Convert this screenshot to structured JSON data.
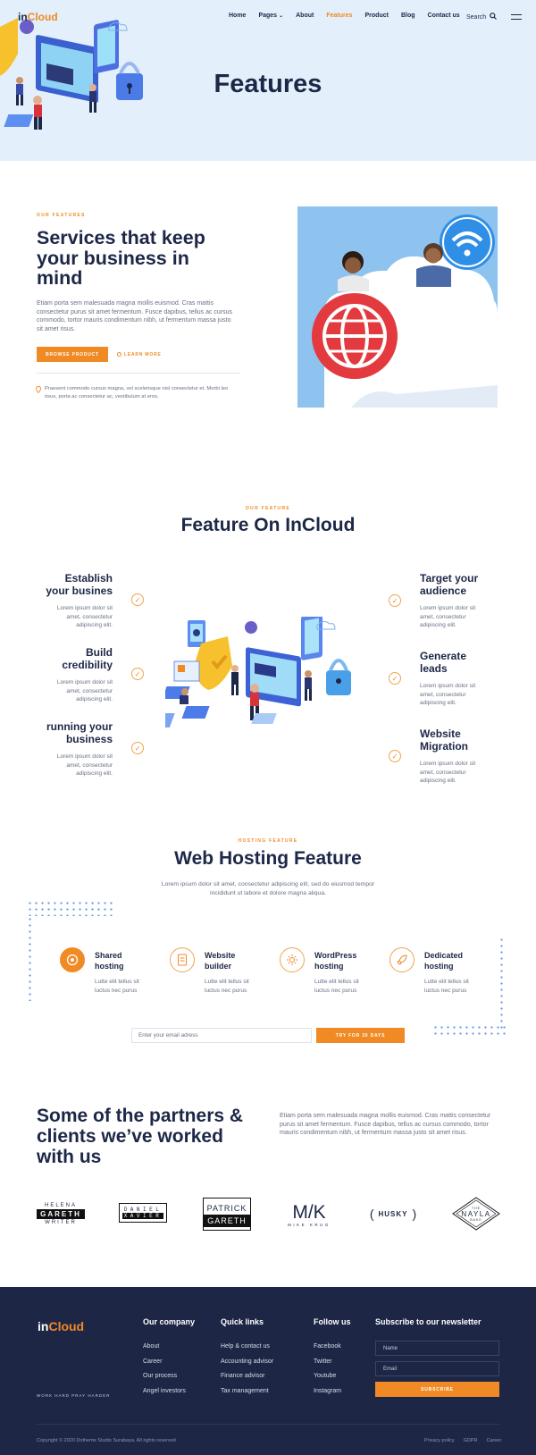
{
  "header": {
    "logo_prefix": "in",
    "logo_suffix": "Cloud",
    "nav": [
      "Home",
      "Pages",
      "About",
      "Features",
      "Product",
      "Blog",
      "Contact us"
    ],
    "active_nav": "Features",
    "search_label": "Search"
  },
  "hero": {
    "title": "Features"
  },
  "services": {
    "kicker": "OUR FEATURES",
    "title_line1": "Services that keep",
    "title_line2": "your business in",
    "title_line3": "mind",
    "paragraph": "Etiam porta sem malesuada magna mollis euismod. Cras mattis consectetur purus sit amet fermentum. Fusce dapibus, tellus ac cursus commodo, tortor mauris condimentum nibh, ut fermentum massa justo sit amet risus.",
    "primary_button": "BROWSE PRODUCT",
    "secondary_link": "LEARN MORE",
    "note": "Praesent commodo cursus magna, vel scelerisque nisl consectetur et. Morbi leo risus, porta ac consectetur ac, vestibulum at eros."
  },
  "features": {
    "kicker": "OUR FEATURE",
    "title": "Feature On InCloud",
    "left": [
      {
        "title1": "Establish",
        "title2": "your busines",
        "text1": "Lorem ipsum dolor sit",
        "text2": "amet, consectetur",
        "text3": "adipiscing elit."
      },
      {
        "title1": "Build",
        "title2": "credibility",
        "text1": "Lorem ipsum dolor sit",
        "text2": "amet, consectetur",
        "text3": "adipiscing elit."
      },
      {
        "title1": "running your",
        "title2": "business",
        "text1": "Lorem ipsum dolor sit",
        "text2": "amet, consectetur",
        "text3": "adipiscing elit."
      }
    ],
    "right": [
      {
        "title1": "Target your",
        "title2": "audience",
        "text1": "Lorem ipsum dolor sit",
        "text2": "amet, consectetur",
        "text3": "adipiscing elit."
      },
      {
        "title1": "Generate",
        "title2": "leads",
        "text1": "Lorem ipsum dolor sit",
        "text2": "amet, consectetur",
        "text3": "adipiscing elit."
      },
      {
        "title1": "Website",
        "title2": "Migration",
        "text1": "Lorem ipsum dolor sit",
        "text2": "amet, consectetur",
        "text3": "adipiscing elit."
      }
    ]
  },
  "hosting": {
    "kicker": "HOSTING FEATURE",
    "title": "Web Hosting Feature",
    "subtitle1": "Lorem ipsum dolor sit amet, consectetur adipiscing elit, sed do eiusmod tempor",
    "subtitle2": "incididunt ut labore et dolore magna aliqua.",
    "items": [
      {
        "title1": "Shared",
        "title2": "hosting",
        "text1": "Lutte elit tellus sit",
        "text2": "luctus nec purus"
      },
      {
        "title1": "Website",
        "title2": "builder",
        "text1": "Lutte elit tellus sit",
        "text2": "luctus nec purus"
      },
      {
        "title1": "WordPress",
        "title2": "hosting",
        "text1": "Lutte elit tellus sit",
        "text2": "luctus nec purus"
      },
      {
        "title1": "Dedicated",
        "title2": "hosting",
        "text1": "Lutte elit tellus sit",
        "text2": "luctus nec purus"
      }
    ],
    "email_placeholder": "Enter  your email adress",
    "cta": "TRY FOR 30 DAYS"
  },
  "partners": {
    "title_line1": "Some of the partners &",
    "title_line2": "clients we’ve worked",
    "title_line3": "with us",
    "paragraph": "Etiam porta sem malesuada magna mollis euismod. Cras mattis consectetur purus sit amet fermentum. Fusce dapibus, tellus ac cursus commodo, tortor mauris condimentum nibh, ut fermentum massa justo sit amet risus.",
    "logos": {
      "helena": [
        "HELENA",
        "GARETH",
        "WRITER"
      ],
      "daniel": [
        "DANIEL",
        "XAVIER"
      ],
      "patrick": [
        "PATRICK",
        "GARETH"
      ],
      "mk": [
        "M/K",
        "MIKE KRUG"
      ],
      "husky": "HUSKY",
      "nayla": [
        "THE",
        "NAYLA",
        "BAKE"
      ]
    }
  },
  "footer": {
    "logo_prefix": "in",
    "logo_suffix": "Cloud",
    "tagline": "WORK HARD PRAY HARDER",
    "columns": [
      {
        "title": "Our company",
        "links": [
          "About",
          "Career",
          "Our process",
          "Angel investors"
        ]
      },
      {
        "title": "Quick links",
        "links": [
          "Help & contact us",
          "Accounting advisor",
          "Finance advisor",
          "Tax management"
        ]
      },
      {
        "title": "Follow us",
        "links": [
          "Facebook",
          "Twitter",
          "Youtube",
          "Instagram"
        ]
      }
    ],
    "newsletter": {
      "title": "Subscribe to our newsletter",
      "name_placeholder": "Name",
      "email_placeholder": "Email",
      "button": "SUBSCRIBE"
    },
    "copyright": "Copyright © 2020 Dotheme Studio Surabaya. All rights reserved",
    "bottom_links": [
      "Privacy policy",
      "GDPR",
      "Career"
    ]
  },
  "colors": {
    "accent": "#f08a24",
    "navy": "#1d2747",
    "hero_bg": "#e3f0fb",
    "footer_bg": "#1e2646"
  }
}
